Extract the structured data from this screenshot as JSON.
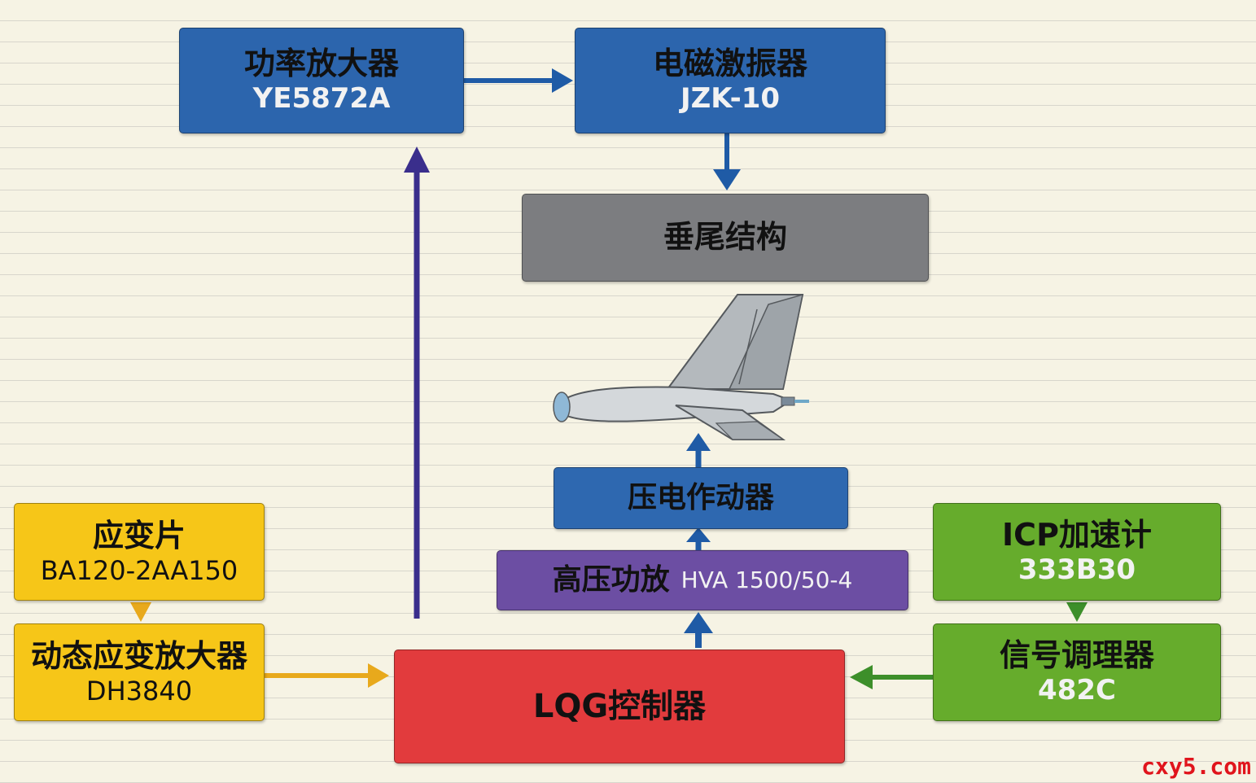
{
  "nodes": {
    "amp": {
      "title": "功率放大器",
      "model": "YE5872A"
    },
    "shaker": {
      "title": "电磁激振器",
      "model": "JZK-10"
    },
    "tail": {
      "title": "垂尾结构"
    },
    "actuator": {
      "title": "压电作动器"
    },
    "hva": {
      "title": "高压功放",
      "model": "HVA 1500/50-4"
    },
    "lqg": {
      "title": "LQG控制器"
    },
    "gauge": {
      "title": "应变片",
      "model": "BA120-2AA150"
    },
    "dyn_amp": {
      "title": "动态应变放大器",
      "model": "DH3840"
    },
    "icp": {
      "title": "ICP加速计",
      "model": "333B30"
    },
    "conditioner": {
      "title": "信号调理器",
      "model": "482C"
    }
  },
  "colors": {
    "blue": "#2c65ad",
    "gray": "#7c7d80",
    "purple": "#6c4ea3",
    "red": "#e23b3d",
    "yellow": "#f6c618",
    "green": "#66ac2c",
    "arrow_blue": "#1f5ba6",
    "arrow_navy": "#3a2e8c",
    "arrow_orange": "#e8a91c",
    "arrow_green": "#3d8f2a"
  },
  "watermark": "cxy5.com"
}
